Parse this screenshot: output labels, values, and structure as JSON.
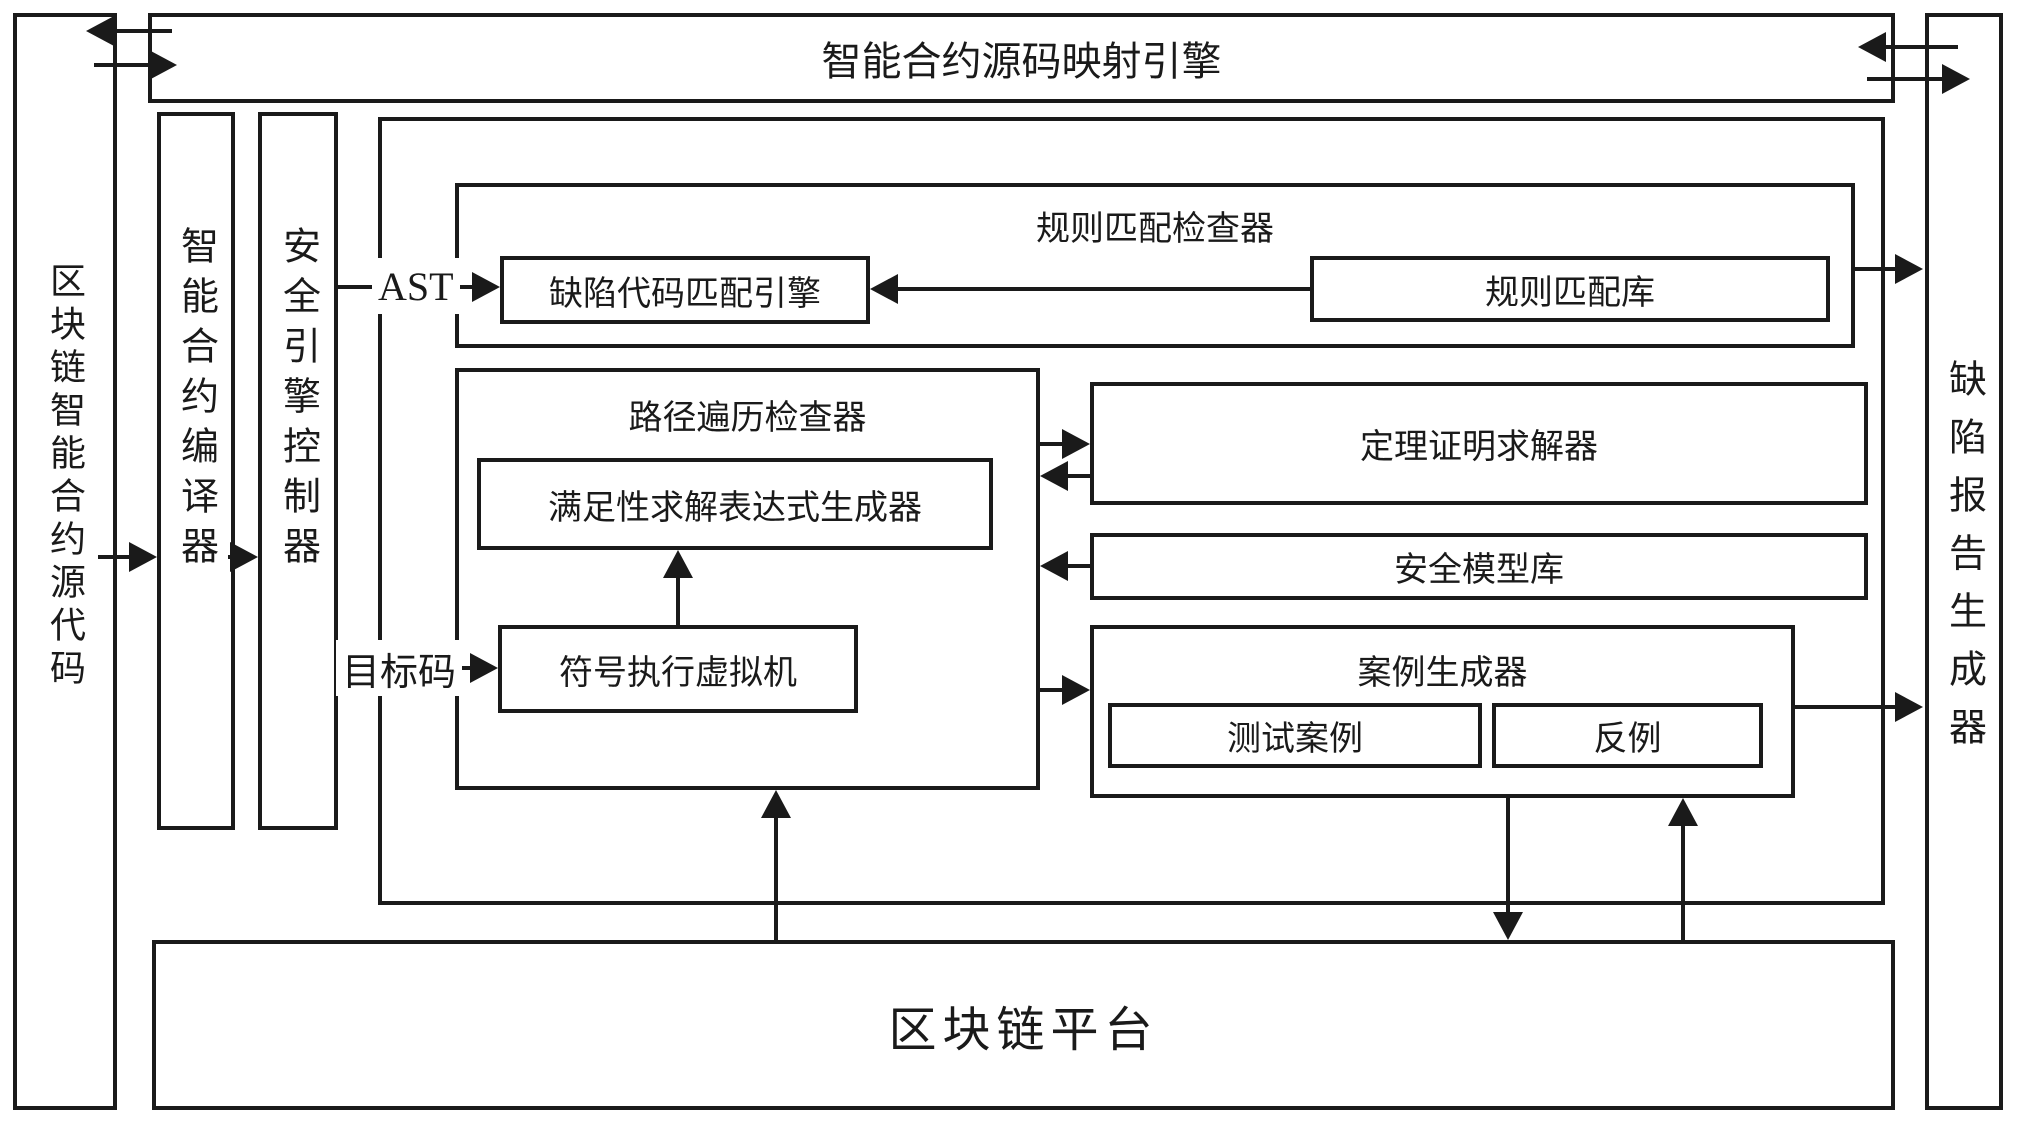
{
  "diagram": {
    "left_bar": {
      "label": "区块链智能合约源代码"
    },
    "top_bar": {
      "label": "智能合约源码映射引擎"
    },
    "right_bar": {
      "label": "缺陷报告生成器"
    },
    "compiler_bar": {
      "label": "智能合约编译器"
    },
    "controller_bar": {
      "label": "安全引擎控制器"
    },
    "rule_checker": {
      "title": "规则匹配检查器",
      "defect_match_engine": "缺陷代码匹配引擎",
      "rule_lib": "规则匹配库"
    },
    "path_checker": {
      "title": "路径遍历检查器",
      "sat_expr_generator": "满足性求解表达式生成器",
      "symbolic_vm": "符号执行虚拟机"
    },
    "theorem_solver": {
      "label": "定理证明求解器"
    },
    "model_lib": {
      "label": "安全模型库"
    },
    "case_generator": {
      "title": "案例生成器",
      "test_case": "测试案例",
      "counter_example": "反例"
    },
    "platform": {
      "label": "区块链平台"
    },
    "line_labels": {
      "ast": "AST",
      "target_code": "目标码"
    },
    "colors": {
      "stroke": "#1a1a1a",
      "background": "#ffffff"
    }
  }
}
